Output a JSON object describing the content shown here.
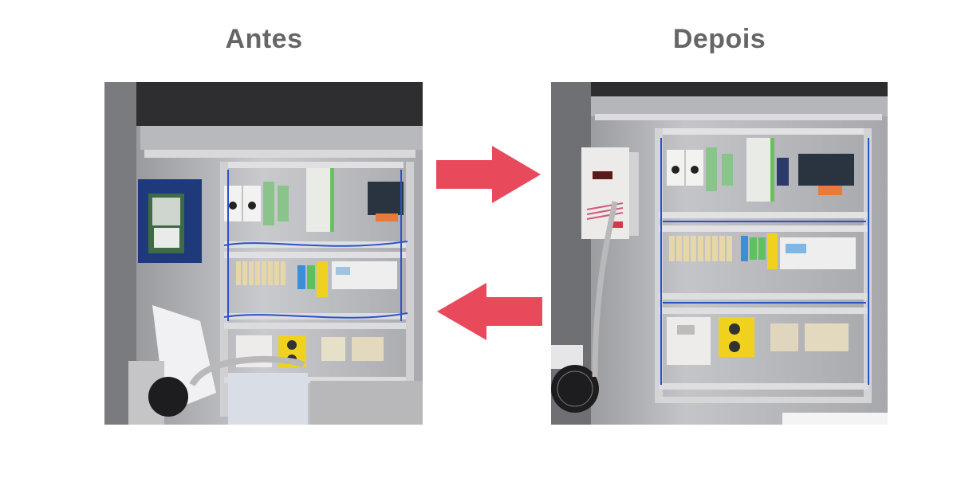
{
  "titles": {
    "before": "Antes",
    "after": "Depois"
  },
  "colors": {
    "title_text": "#666666",
    "arrow_fill": "#e84a5b",
    "background": "#ffffff"
  },
  "photos": {
    "before": {
      "description": "Electrical control panel before refurbishment: blue drive, cluttered wiring, loose cables and papers"
    },
    "after": {
      "description": "Electrical control panel after refurbishment: white drive, organized wire ducts, tidy layout"
    }
  },
  "arrows": [
    {
      "direction": "right"
    },
    {
      "direction": "left"
    }
  ]
}
